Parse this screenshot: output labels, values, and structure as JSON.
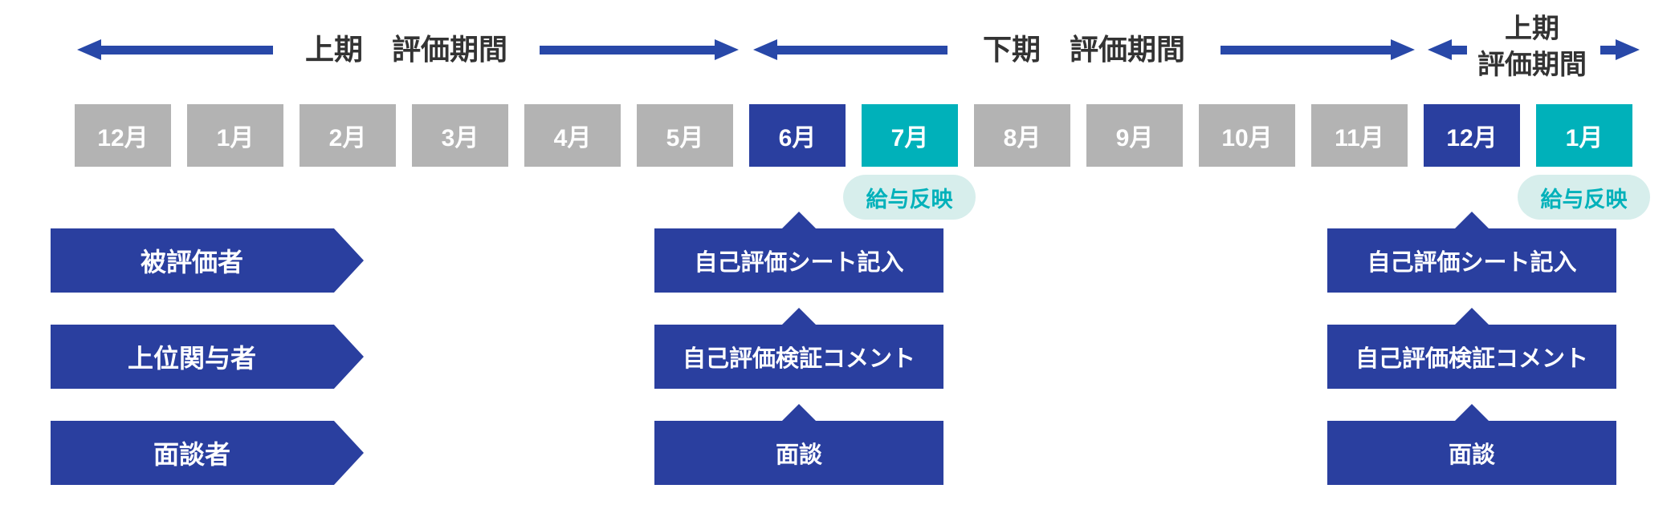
{
  "colors": {
    "primary_blue": "#2a3f9f",
    "arrow_blue": "#2848a8",
    "teal": "#00b1ba",
    "gray": "#b3b3b3",
    "badge_background": "#d7eeec",
    "title_text": "#333333"
  },
  "header": {
    "first_half": {
      "title": "上期　評価期間"
    },
    "second_half": {
      "title": "下期　評価期間"
    },
    "next_first_half": {
      "title_line1": "上期",
      "title_line2": "評価期間"
    }
  },
  "months": [
    {
      "label": "12月",
      "variant": "gray"
    },
    {
      "label": "1月",
      "variant": "gray"
    },
    {
      "label": "2月",
      "variant": "gray"
    },
    {
      "label": "3月",
      "variant": "gray"
    },
    {
      "label": "4月",
      "variant": "gray"
    },
    {
      "label": "5月",
      "variant": "gray"
    },
    {
      "label": "6月",
      "variant": "blue"
    },
    {
      "label": "7月",
      "variant": "teal"
    },
    {
      "label": "8月",
      "variant": "gray"
    },
    {
      "label": "9月",
      "variant": "gray"
    },
    {
      "label": "10月",
      "variant": "gray"
    },
    {
      "label": "11月",
      "variant": "gray"
    },
    {
      "label": "12月",
      "variant": "blue"
    },
    {
      "label": "1月",
      "variant": "teal"
    }
  ],
  "salary_badges": [
    {
      "label": "給与反映"
    },
    {
      "label": "給与反映"
    }
  ],
  "roles": [
    {
      "label": "被評価者"
    },
    {
      "label": "上位関与者"
    },
    {
      "label": "面談者"
    }
  ],
  "evaluation_rounds": [
    {
      "tasks": [
        {
          "label": "自己評価シート記入"
        },
        {
          "label": "自己評価検証コメント"
        },
        {
          "label": "面談"
        }
      ]
    },
    {
      "tasks": [
        {
          "label": "自己評価シート記入"
        },
        {
          "label": "自己評価検証コメント"
        },
        {
          "label": "面談"
        }
      ]
    }
  ]
}
